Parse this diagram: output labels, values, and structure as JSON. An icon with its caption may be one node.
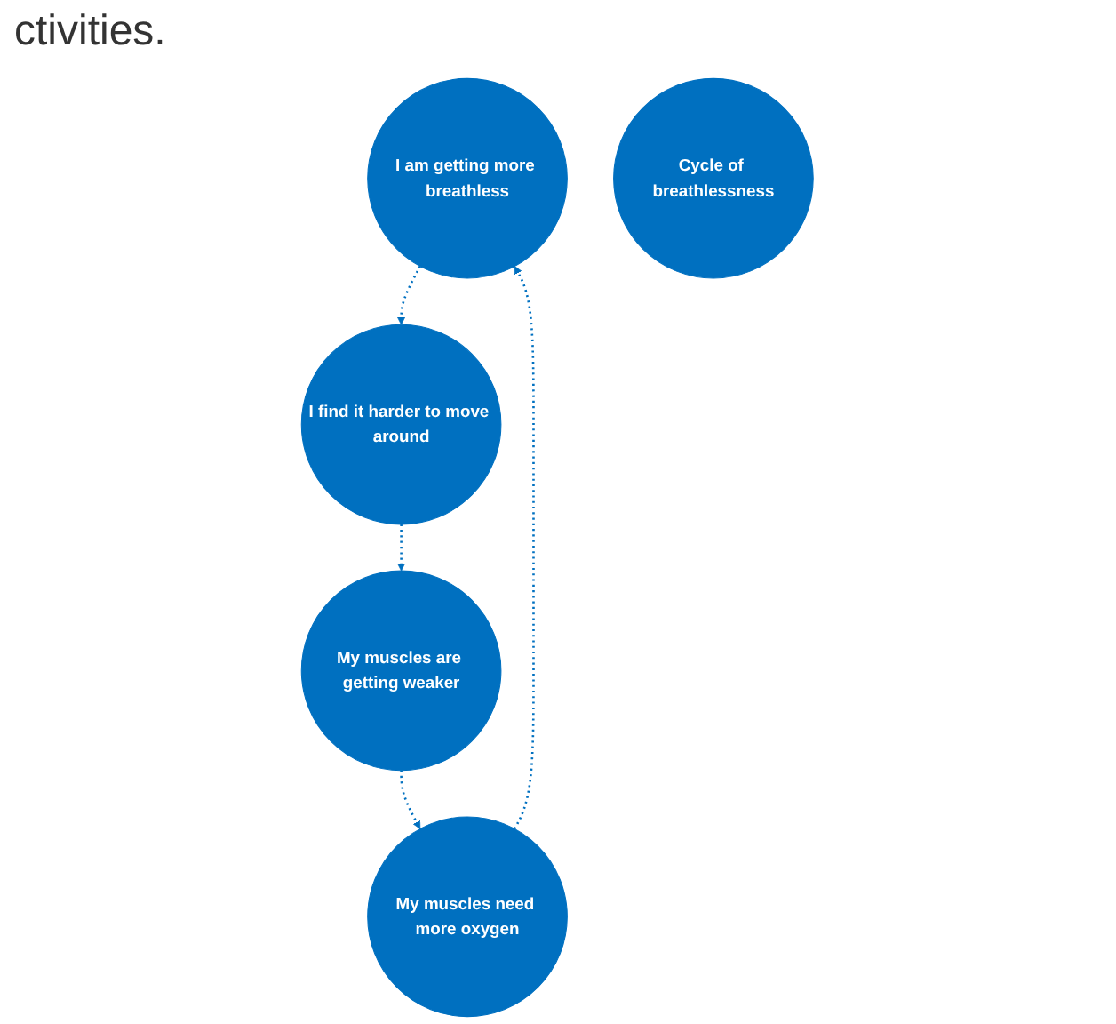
{
  "diagram": {
    "nodes": [
      {
        "text": [
          "I am getting more breathless"
        ]
      },
      {
        "text": [
          "My muscles need more oxygen"
        ]
      },
      {
        "text": [
          "Cycle of breathlessness"
        ]
      },
      {
        "text": [
          "I find it harder to move around"
        ]
      },
      {
        "text": [
          "My muscles are getting weaker"
        ]
      }
    ],
    "edges": [
      {
        "from": 0,
        "to": 3,
        "arrow": "to",
        "style": "dashed"
      },
      {
        "from": 3,
        "to": 4,
        "arrow": "to",
        "style": "dashed"
      },
      {
        "from": 4,
        "to": 1,
        "arrow": "to",
        "style": "dashed"
      },
      {
        "from": 1,
        "to": 0,
        "arrow": "to",
        "style": "dashed"
      }
    ],
    "labels": [
      "ctivities."
    ]
  }
}
